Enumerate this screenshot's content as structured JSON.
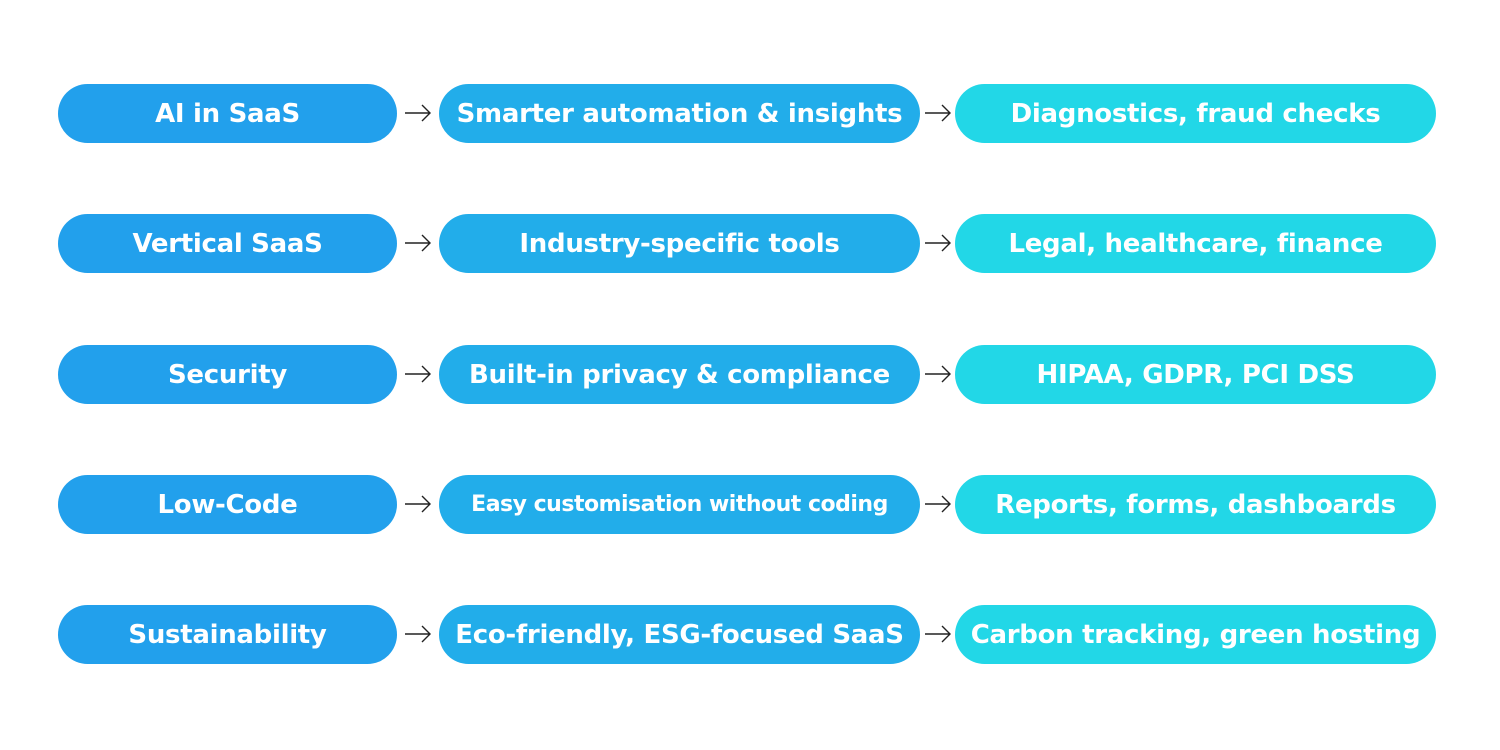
{
  "colors": {
    "category": "#22a0ec",
    "feature": "#22adea",
    "examples": "#22d7e7",
    "text": "#ffffff",
    "arrow": "#222222"
  },
  "rows": [
    {
      "category": "AI in SaaS",
      "feature": "Smarter automation & insights",
      "examples": "Diagnostics, fraud checks"
    },
    {
      "category": "Vertical SaaS",
      "feature": "Industry-specific tools",
      "examples": "Legal, healthcare, finance"
    },
    {
      "category": "Security",
      "feature": "Built-in privacy & compliance",
      "examples": "HIPAA, GDPR, PCI DSS"
    },
    {
      "category": "Low-Code",
      "feature": "Easy customisation without coding",
      "examples": "Reports, forms, dashboards"
    },
    {
      "category": "Sustainability",
      "feature": "Eco-friendly, ESG-focused SaaS",
      "examples": "Carbon tracking, green hosting"
    }
  ]
}
